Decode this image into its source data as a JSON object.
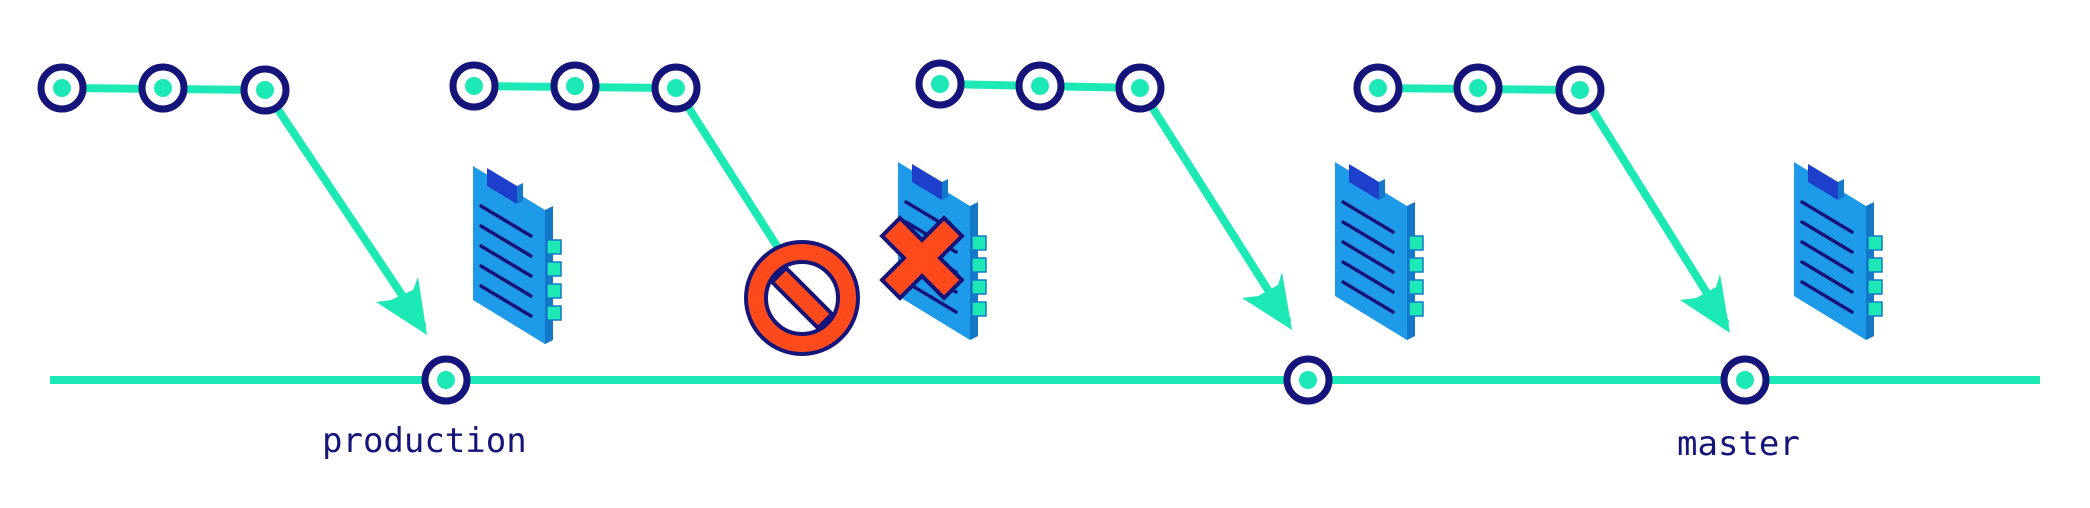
{
  "labels": {
    "production": "production",
    "master": "master"
  },
  "colors": {
    "line": "#1de9b6",
    "node_ring": "#14147a",
    "node_fill": "#ffffff",
    "node_dot": "#1de9b6",
    "doc_face": "#1e9be8",
    "doc_side": "#1478c8",
    "doc_clip": "#1d3fcc",
    "doc_lines": "#14147a",
    "doc_tabs": "#1de9b6",
    "block_red": "#ff4a1c",
    "label": "#14147a"
  },
  "icons": {
    "node": "commit-node-icon",
    "document": "clipboard-document-icon",
    "blocked": "prohibited-sign-icon",
    "rejected": "red-x-icon"
  },
  "structure": {
    "feature_branches": 4,
    "commits_per_feature_branch": 3,
    "main_line_commits": 3,
    "blocked_merge_index": 1
  }
}
